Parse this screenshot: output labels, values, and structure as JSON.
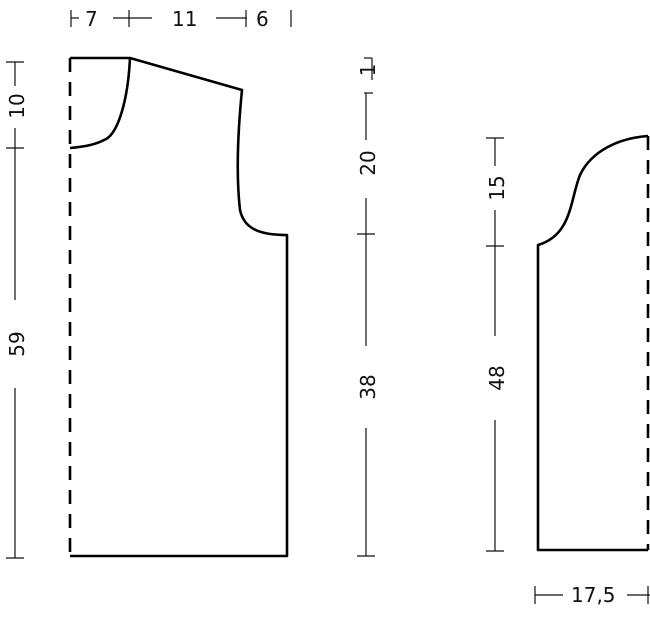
{
  "diagram": {
    "type": "knitting-schematic",
    "pieces": [
      {
        "name": "body-half",
        "description": "Front/back half piece, fold line on left (dashed)"
      },
      {
        "name": "sleeve-half",
        "description": "Sleeve half piece, fold line on right (dashed)"
      }
    ],
    "body": {
      "top_widths": {
        "neck": "7",
        "shoulder": "11",
        "armhole": "6"
      },
      "left_heights": {
        "neck_depth": "10",
        "total": "59"
      },
      "right_heights": {
        "shoulder_slope": "1",
        "armhole": "20",
        "side": "38"
      }
    },
    "sleeve": {
      "heights": {
        "cap": "15",
        "length": "48"
      },
      "bottom_width": "17,5"
    }
  }
}
